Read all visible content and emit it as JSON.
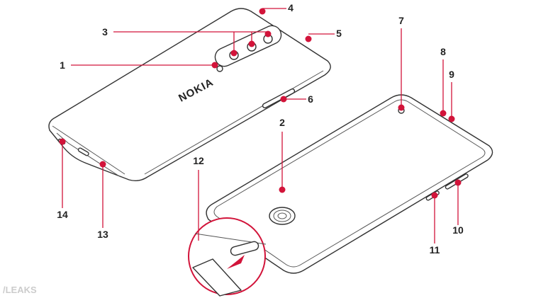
{
  "diagram": {
    "brand_logo": "NOKIA",
    "watermark": "/LEAKS",
    "accent_color": "#d2143a",
    "callouts": [
      "1",
      "2",
      "3",
      "4",
      "5",
      "6",
      "7",
      "8",
      "9",
      "10",
      "11",
      "12",
      "13",
      "14"
    ]
  }
}
